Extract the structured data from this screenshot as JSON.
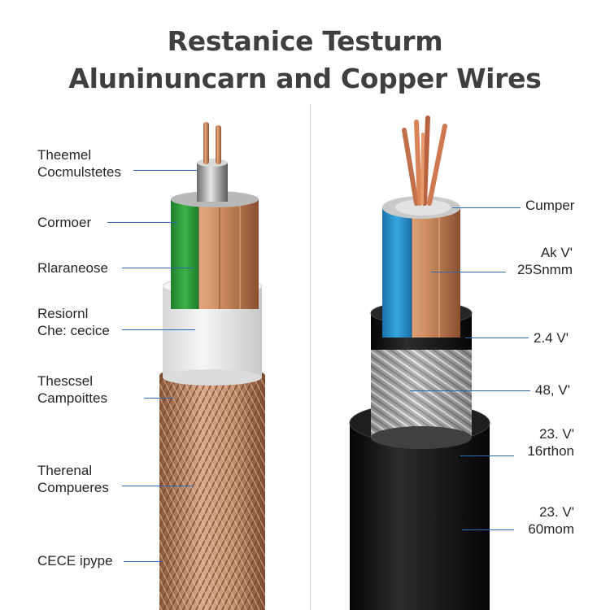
{
  "title": {
    "line1": "Restanice Testurm",
    "line2": "Aluninuncarn and Copper Wires"
  },
  "left_labels": [
    {
      "line1": "Theemel",
      "line2": "Cocmulstetes"
    },
    {
      "line1": "Cormoer",
      "line2": ""
    },
    {
      "line1": "Rlaraneose",
      "line2": ""
    },
    {
      "line1": "Resiornl",
      "line2": "Che: cecice"
    },
    {
      "line1": "Thescsel",
      "line2": "Campoittes"
    },
    {
      "line1": "Therenal",
      "line2": "Compueres"
    },
    {
      "line1": "CECE ipype",
      "line2": ""
    }
  ],
  "right_labels": [
    {
      "line1": "Cumper",
      "line2": ""
    },
    {
      "line1": "Ak V'",
      "line2": "25Snmm"
    },
    {
      "line1": "2.4 V'",
      "line2": ""
    },
    {
      "line1": "48, V'",
      "line2": ""
    },
    {
      "line1": "23. V'",
      "line2": "16rthon"
    },
    {
      "line1": "23. V'",
      "line2": "60mom"
    }
  ],
  "colors": {
    "copper": "#c98a5e",
    "green_insulation": "#2f9a3a",
    "blue_insulation": "#2f97d0",
    "white_jacket": "#eeeeee",
    "black_jacket": "#161616",
    "leader_line": "#2a6bb0",
    "title_text": "#3f3f3f"
  }
}
